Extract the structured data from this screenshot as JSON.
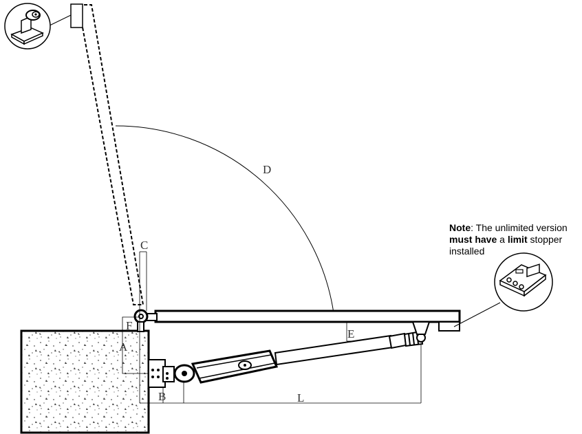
{
  "labels": {
    "A": "A",
    "B": "B",
    "C": "C",
    "D": "D",
    "E": "E",
    "F": "F",
    "L": "L"
  },
  "note": {
    "w1": "Note",
    "w2": ": The unlimited version",
    "w3": "must have",
    "w4": " a ",
    "w5": "limit",
    "w6": " stopper",
    "w7": "installed"
  },
  "icons": {
    "top_left": "bracket-mount-icon",
    "right": "limit-stopper-icon"
  }
}
